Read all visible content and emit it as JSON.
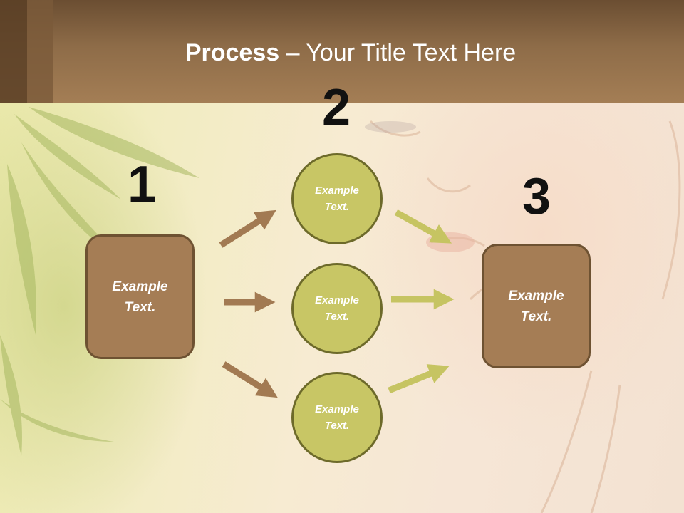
{
  "title": {
    "bold": "Process",
    "separator": " – ",
    "normal": "Your Title Text Here"
  },
  "steps": [
    {
      "number": "1"
    },
    {
      "number": "2"
    },
    {
      "number": "3"
    }
  ],
  "nodes": {
    "start_box": {
      "text": "Example Text."
    },
    "circle_top": {
      "text": "Example Text."
    },
    "circle_middle": {
      "text": "Example Text."
    },
    "circle_bottom": {
      "text": "Example Text."
    },
    "end_box": {
      "text": "Example Text."
    }
  },
  "colors": {
    "box_fill": "#a57d55",
    "circle_fill": "#c8c665",
    "brown_arrow": "#a27a52",
    "green_arrow": "#c6c462",
    "title_bar": "#8e6c48"
  }
}
